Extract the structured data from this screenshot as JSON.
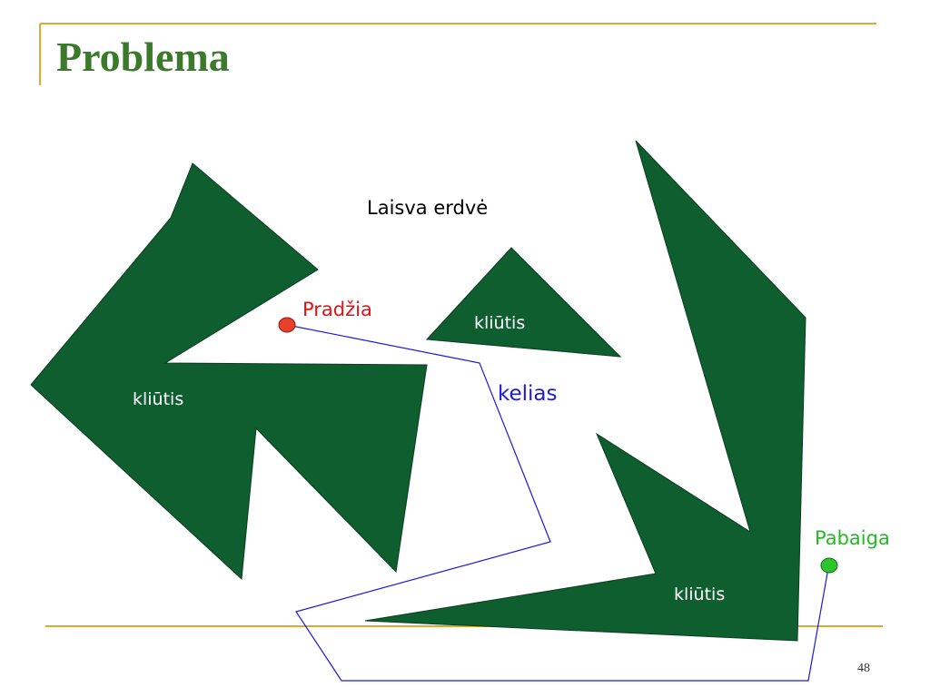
{
  "slide": {
    "title": "Problema",
    "page_number": "48"
  },
  "diagram": {
    "free_space_label": "Laisva erdvė",
    "obstacle_label": "kliūtis",
    "start_label": "Pradžia",
    "end_label": "Pabaiga",
    "path_label": "kelias"
  },
  "colors": {
    "title": "#3a7a2a",
    "accent_line": "#e0a82e",
    "obstacle_fill": "#0e5e30",
    "path": "#1a1adc",
    "start_point": "#e8402a",
    "end_point": "#2ec42e"
  }
}
